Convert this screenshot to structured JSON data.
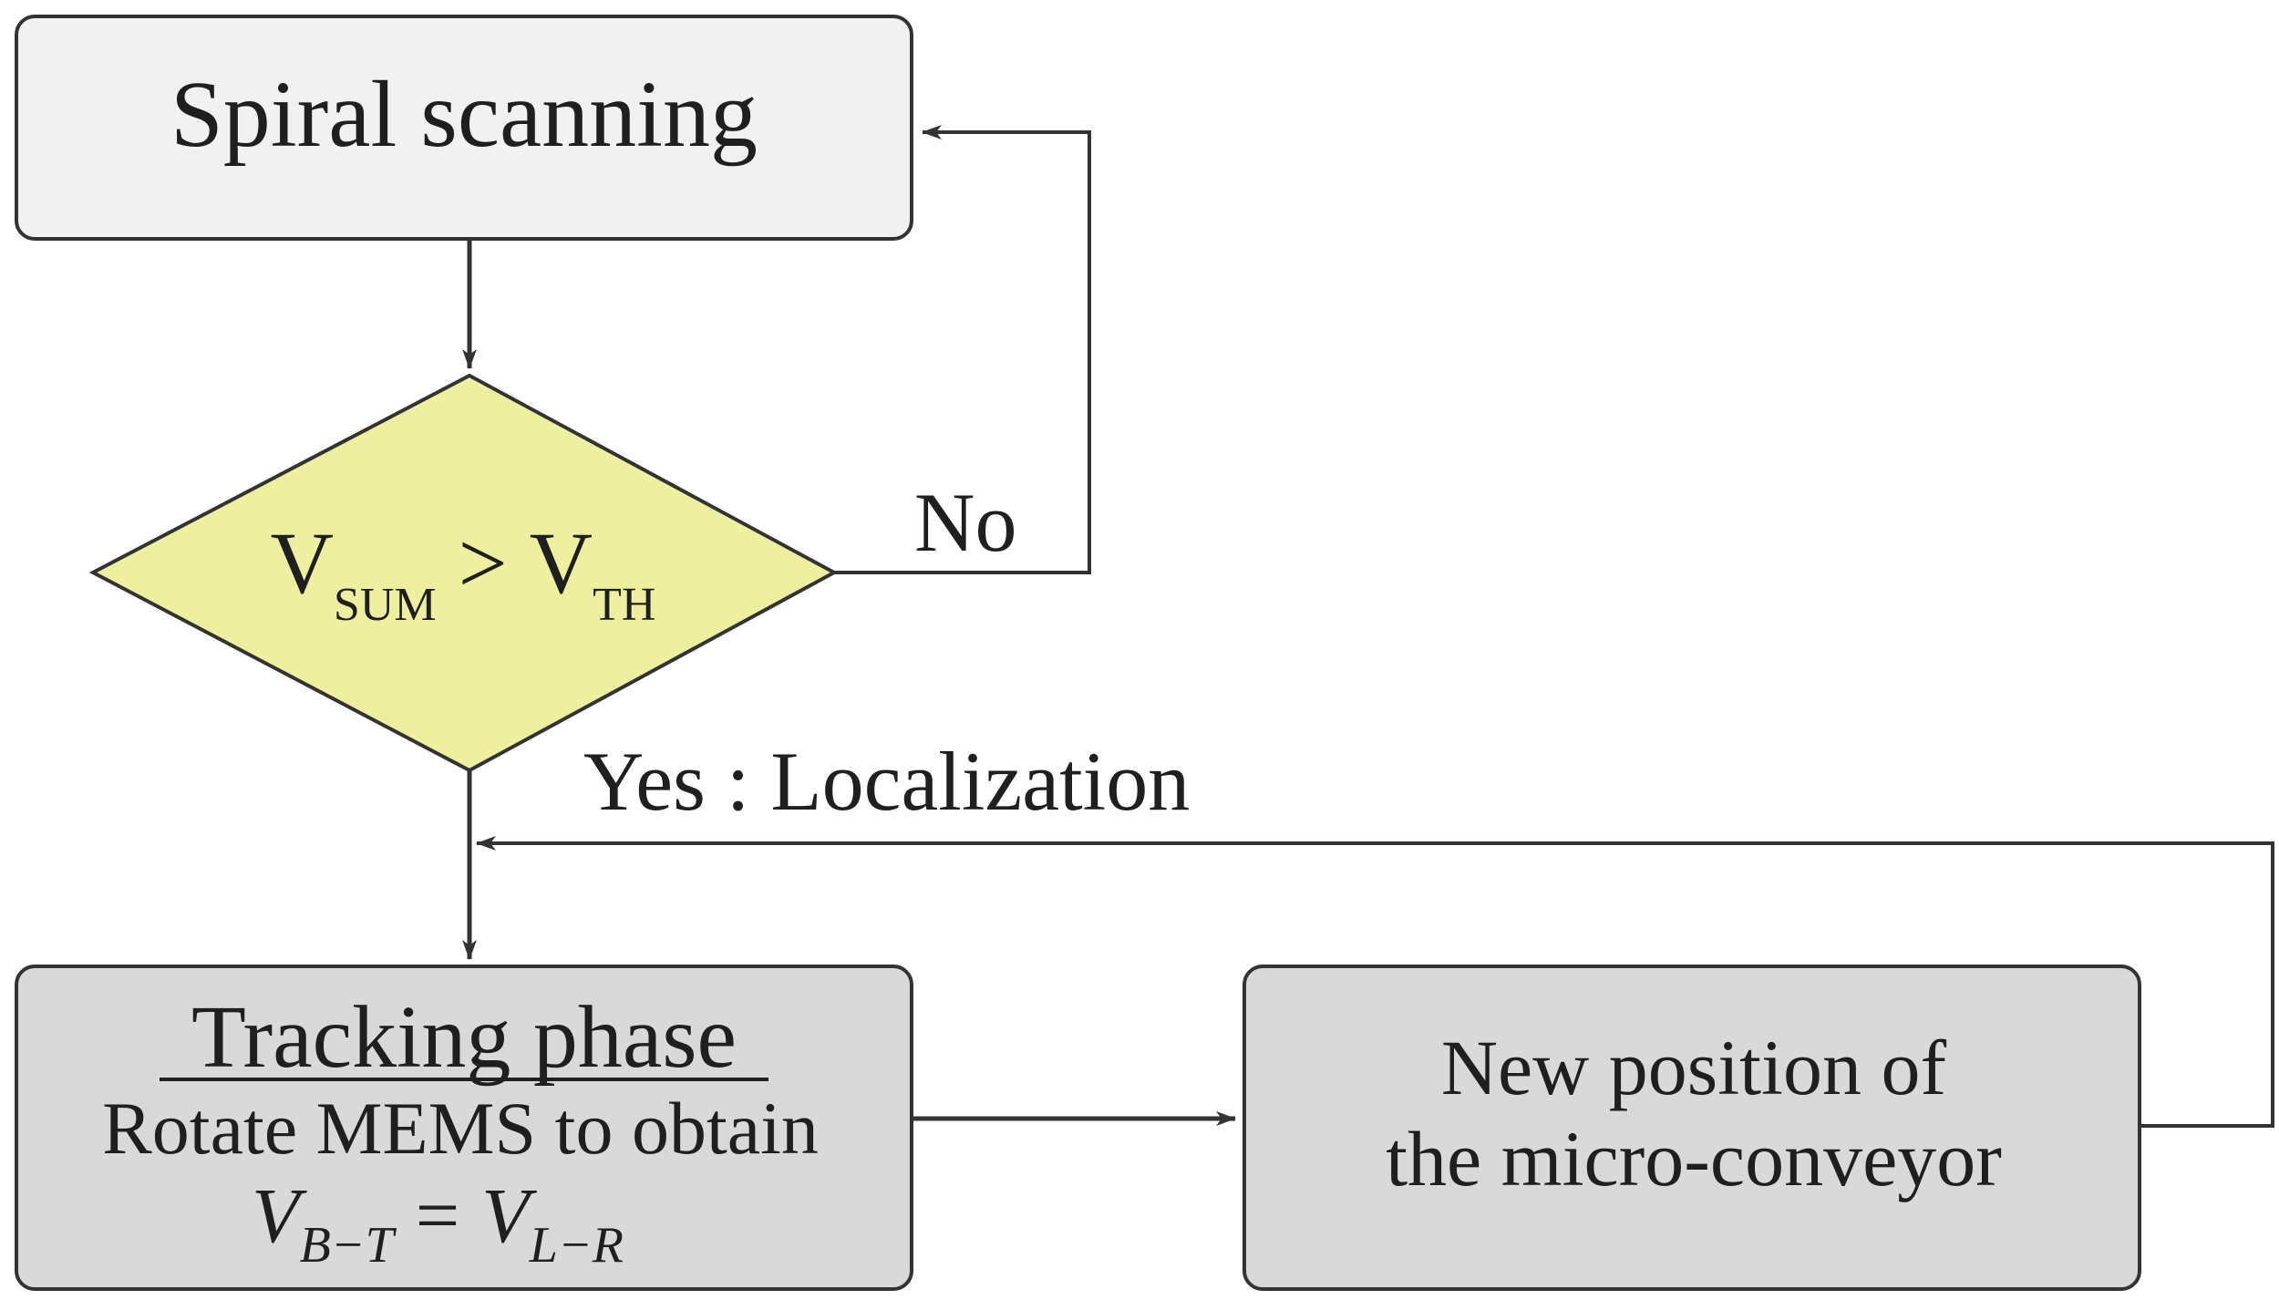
{
  "nodes": {
    "spiral": {
      "label": "Spiral scanning"
    },
    "decision": {
      "v1": "V",
      "sub1": "SUM",
      "op": ">",
      "v2": "V",
      "sub2": "TH"
    },
    "tracking": {
      "title": "Tracking phase",
      "line1": "Rotate MEMS to obtain",
      "eq": {
        "v1": "V",
        "sub1": "B−T",
        "op": "=",
        "v2": "V",
        "sub2": "L−R"
      }
    },
    "new_position": {
      "line1": "New position of",
      "line2": "the micro-conveyor"
    }
  },
  "edges": {
    "no_label": "No",
    "yes_label": "Yes : Localization"
  },
  "colors": {
    "stroke": "#333333",
    "spiral_fill": "#f1f1f1",
    "decision_fill": "#eef0a0",
    "process_fill": "#d9d9d9",
    "text": "#1f1f1f"
  }
}
